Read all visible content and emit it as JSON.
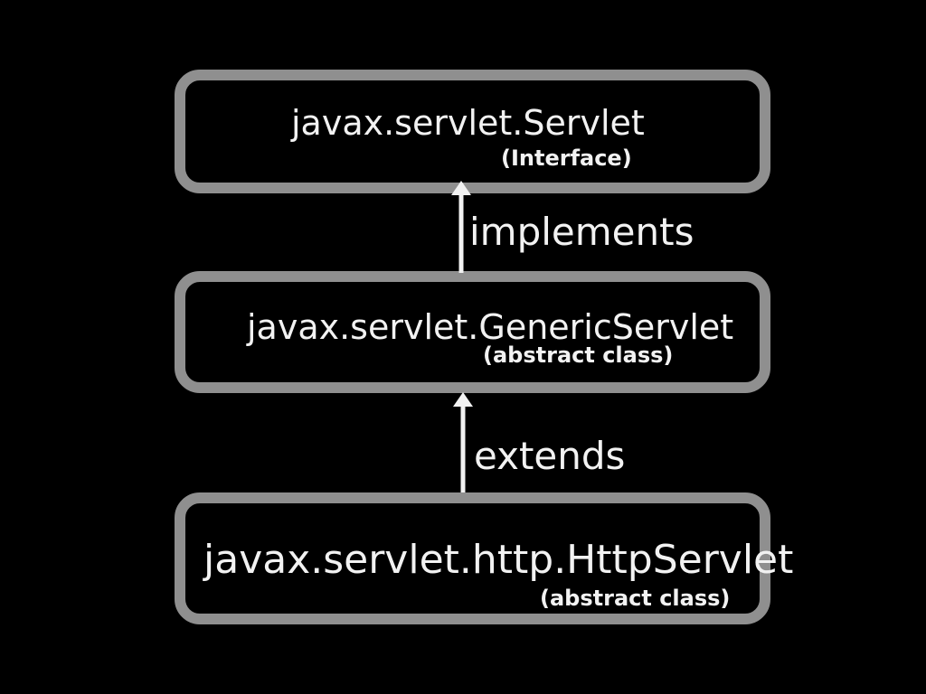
{
  "colors": {
    "background": "#000000",
    "box_border": "#8f8f8f",
    "text": "#f2f2f2",
    "arrow": "#f2f2f2"
  },
  "boxes": [
    {
      "title": "javax.servlet.Servlet",
      "subtitle": "(Interface)"
    },
    {
      "title": "javax.servlet.GenericServlet",
      "subtitle": "(abstract class)"
    },
    {
      "title": "javax.servlet.http.HttpServlet",
      "subtitle": "(abstract class)"
    }
  ],
  "relations": [
    {
      "label": "implements",
      "from": "javax.servlet.GenericServlet",
      "to": "javax.servlet.Servlet",
      "icon": "arrow-up-icon"
    },
    {
      "label": "extends",
      "from": "javax.servlet.http.HttpServlet",
      "to": "javax.servlet.GenericServlet",
      "icon": "arrow-up-icon"
    }
  ]
}
